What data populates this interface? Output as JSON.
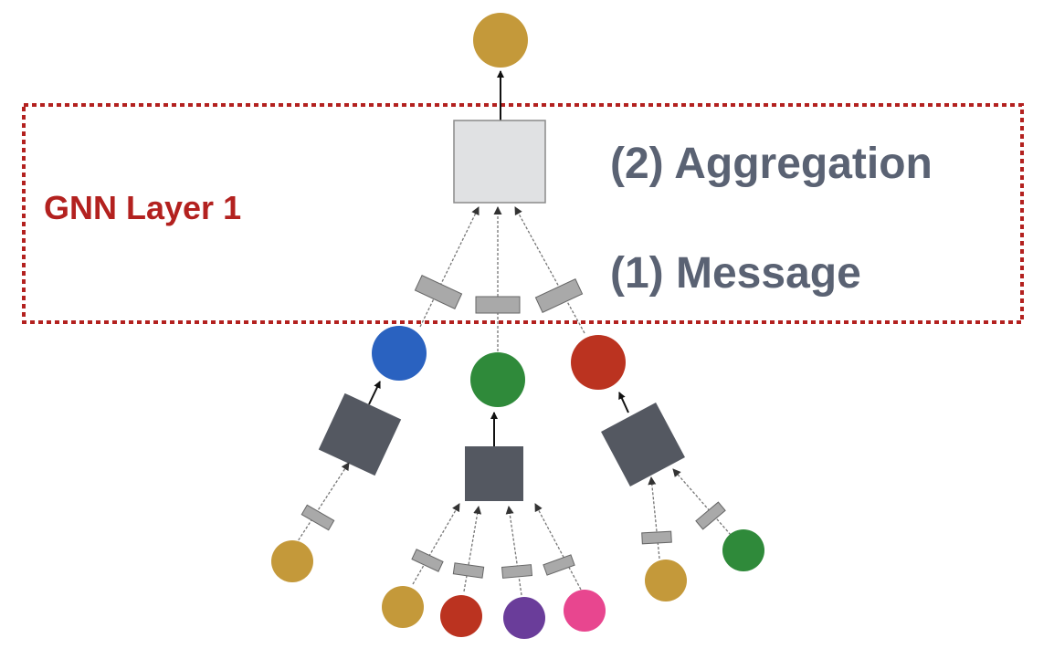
{
  "labels": {
    "layer": "GNN Layer 1",
    "aggregation": "(2) Aggregation",
    "message": "(1) Message"
  },
  "colors": {
    "frame": "#b3211f",
    "gold": "#c4993a",
    "blue": "#2a62c0",
    "green": "#2f8a3a",
    "red": "#bb3320",
    "purple": "#6a3d9a",
    "pink": "#e8468f",
    "aggregator_light": "#e0e1e3",
    "aggregator_dark": "#545861",
    "message_box": "#a9a9a9"
  },
  "nodes": [
    {
      "id": "target",
      "color": "gold"
    },
    {
      "id": "neighbor-blue",
      "color": "blue"
    },
    {
      "id": "neighbor-green",
      "color": "green"
    },
    {
      "id": "neighbor-red",
      "color": "red"
    },
    {
      "id": "leaf-1",
      "color": "gold"
    },
    {
      "id": "leaf-2",
      "color": "gold"
    },
    {
      "id": "leaf-3",
      "color": "red"
    },
    {
      "id": "leaf-4",
      "color": "purple"
    },
    {
      "id": "leaf-5",
      "color": "pink"
    },
    {
      "id": "leaf-6",
      "color": "gold"
    },
    {
      "id": "leaf-7",
      "color": "green"
    }
  ]
}
